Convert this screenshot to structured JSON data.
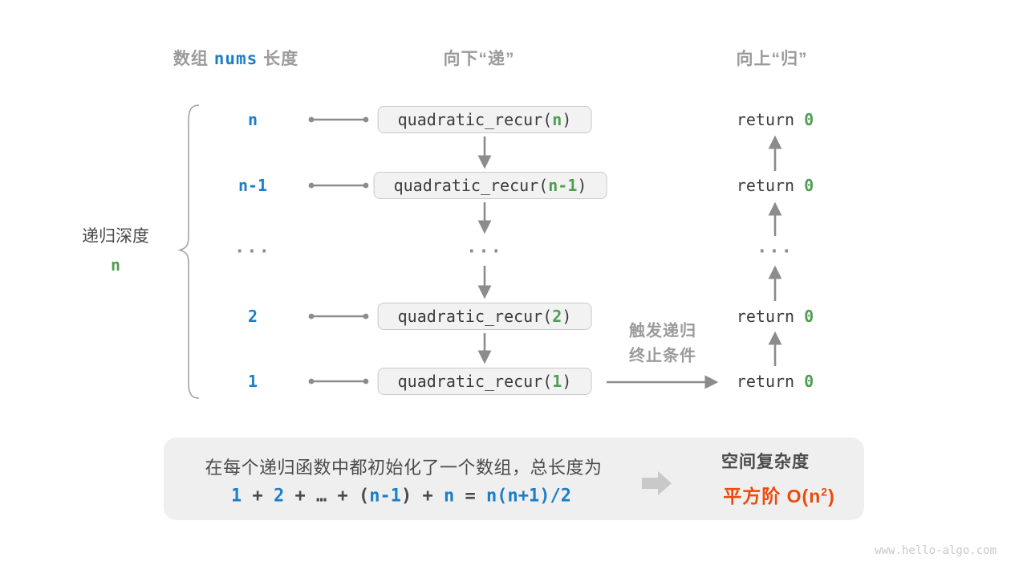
{
  "colors": {
    "blue": "#1b7ec8",
    "green": "#4f9e52",
    "orange": "#eb4a0d",
    "gray_text": "#9b9b9b",
    "arrow_gray": "#8c8c8c",
    "box_fill": "#f2f2f2",
    "box_border": "#c9c9c9",
    "summary_fill": "#efefef"
  },
  "headers": {
    "array_label": {
      "pre": "数组 ",
      "code": "nums",
      "post": " 长度"
    },
    "descend": "向下“递”",
    "ascend": "向上“归”"
  },
  "depth": {
    "label": "递归深度",
    "value": "n"
  },
  "ellipsis": "...",
  "call": {
    "pre": "quadratic_recur(",
    "post": ")"
  },
  "ret": {
    "keyword": "return ",
    "value": "0"
  },
  "rows": [
    {
      "label": "n",
      "arg": "n"
    },
    {
      "label": "n-1",
      "arg": "n-1"
    },
    {
      "label": "2",
      "arg": "2"
    },
    {
      "label": "1",
      "arg": "1"
    }
  ],
  "trigger": {
    "line1": "触发递归",
    "line2": "终止条件"
  },
  "summary": {
    "line1": "在每个递归函数中都初始化了一个数组，总长度为",
    "formula": [
      {
        "t": "1",
        "cls": "blue"
      },
      {
        "t": " + ",
        "cls": "dark"
      },
      {
        "t": "2",
        "cls": "blue"
      },
      {
        "t": " + ",
        "cls": "dark"
      },
      {
        "t": "…",
        "cls": "dark"
      },
      {
        "t": " + ",
        "cls": "dark"
      },
      {
        "t": "(",
        "cls": "dark"
      },
      {
        "t": "n-1",
        "cls": "blue"
      },
      {
        "t": ")",
        "cls": "dark"
      },
      {
        "t": " + ",
        "cls": "dark"
      },
      {
        "t": "n",
        "cls": "blue"
      },
      {
        "t": " = ",
        "cls": "dark"
      },
      {
        "t": "n(n+1)/2",
        "cls": "blue"
      }
    ],
    "result_title": "空间复杂度",
    "result_pre": "平方阶 O(n",
    "result_sup": "2",
    "result_post": ")"
  },
  "watermark": "www.hello-algo.com"
}
